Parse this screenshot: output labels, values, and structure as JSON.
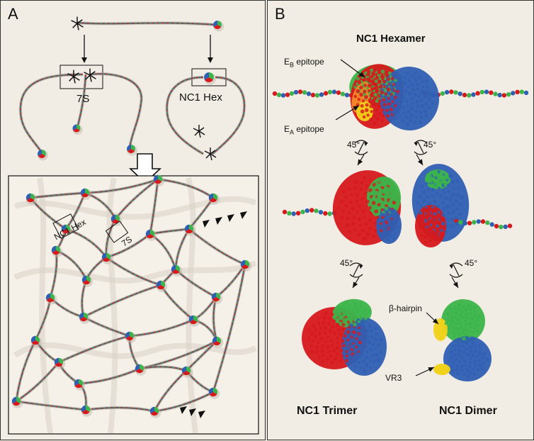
{
  "panels": {
    "a": {
      "letter": "A",
      "labels": {
        "seven_s_top": "7S",
        "nc1_hex_top": "NC1 Hex",
        "nc1_hex_network": "NC1 Hex",
        "seven_s_network": "7S"
      }
    },
    "b": {
      "letter": "B",
      "title": "NC1 Hexamer",
      "eb_main": "E",
      "eb_sub": "B",
      "eb_tail": " epitope",
      "ea_main": "E",
      "ea_sub": "A",
      "ea_tail": " epitope",
      "angle_left_top": "45°",
      "angle_right_top": "45°",
      "angle_left_mid": "45°",
      "angle_right_mid": "45°",
      "beta_hairpin": "β-hairpin",
      "vr3": "VR3",
      "trimer": "NC1 Trimer",
      "dimer": "NC1 Dimer"
    }
  },
  "colors": {
    "red": "#d7191c",
    "green": "#3bb54a",
    "blue": "#2f5fb3",
    "yellow": "#f0d21a",
    "orange": "#f28c28",
    "panel_bg": "#f2ede4",
    "line": "#333333"
  }
}
